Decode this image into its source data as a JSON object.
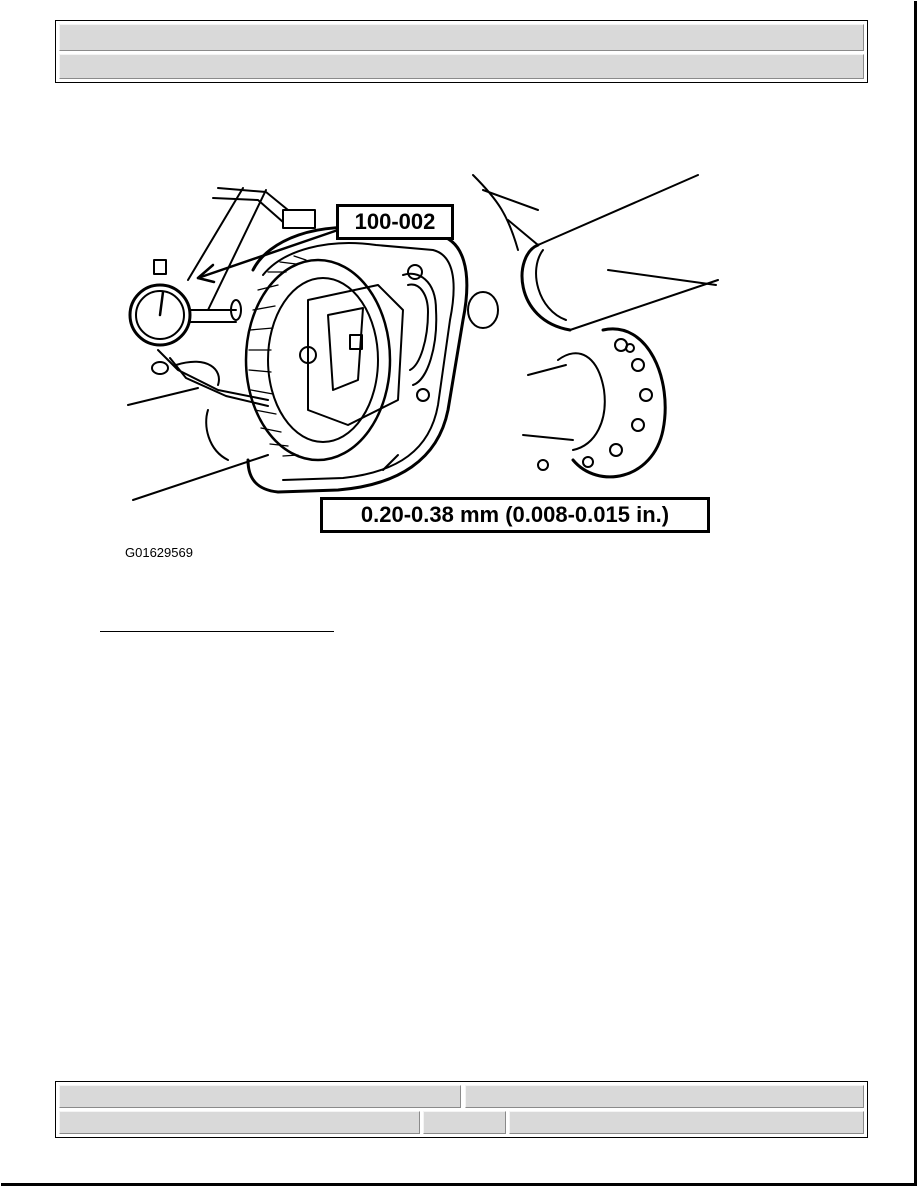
{
  "header": {
    "title": "",
    "subtitle": ""
  },
  "figure": {
    "tool_label": "100-002",
    "spec_label": "0.20-0.38 mm (0.008-0.015 in.)",
    "figure_id": "G01629569"
  },
  "footer": {
    "cell_1": "",
    "cell_2": "",
    "cell_3": "",
    "cell_4": "",
    "cell_5": ""
  }
}
